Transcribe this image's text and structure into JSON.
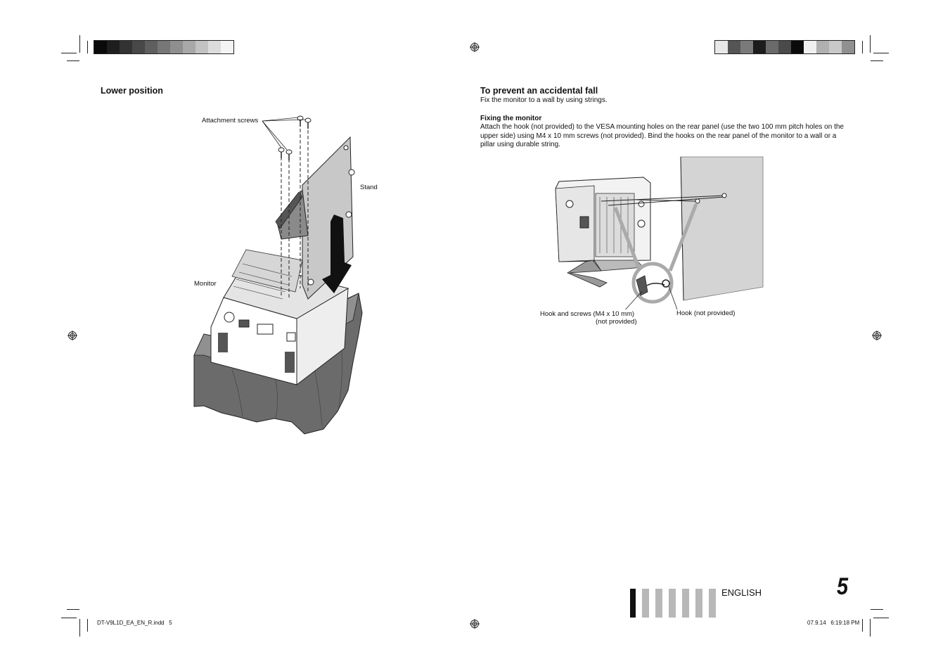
{
  "left_page": {
    "heading": "Lower position",
    "labels": {
      "attachment_screws": "Attachment screws",
      "stand": "Stand",
      "monitor": "Monitor"
    }
  },
  "right_page": {
    "heading": "To prevent an accidental fall",
    "subtext": "Fix the monitor to a wall by using strings.",
    "section_heading": "Fixing the monitor",
    "body": "Attach the hook (not provided) to the VESA mounting holes on the rear panel (use the two 100 mm pitch holes on the upper side) using M4 x 10 mm screws (not provided). Bind the hooks on the rear panel of the monitor to a wall or a pillar using durable string.",
    "labels": {
      "hook_and_screws_line1": "Hook and screws (M4 x 10 mm)",
      "hook_and_screws_line2": "(not provided)",
      "hook": "Hook (not provided)"
    }
  },
  "language_tab": "ENGLISH",
  "page_number": "5",
  "footer": {
    "file": "DT-V9L1D_EA_EN_R.indd   5",
    "timestamp": "07.9.14   6:19:18 PM"
  },
  "color_bar_left": [
    "#0a0a0a",
    "#1e1e1e",
    "#333333",
    "#484848",
    "#5f5f5f",
    "#777777",
    "#8f8f8f",
    "#a8a8a8",
    "#c2c2c2",
    "#dcdcdc",
    "#f4f4f4"
  ],
  "color_bar_right": [
    "#e8e8e8",
    "#555555",
    "#7a7a7a",
    "#1c1c1c",
    "#6a6a6a",
    "#4a4a4a",
    "#0a0a0a",
    "#f0f0f0",
    "#b0b0b0",
    "#c8c8c8",
    "#909090"
  ]
}
